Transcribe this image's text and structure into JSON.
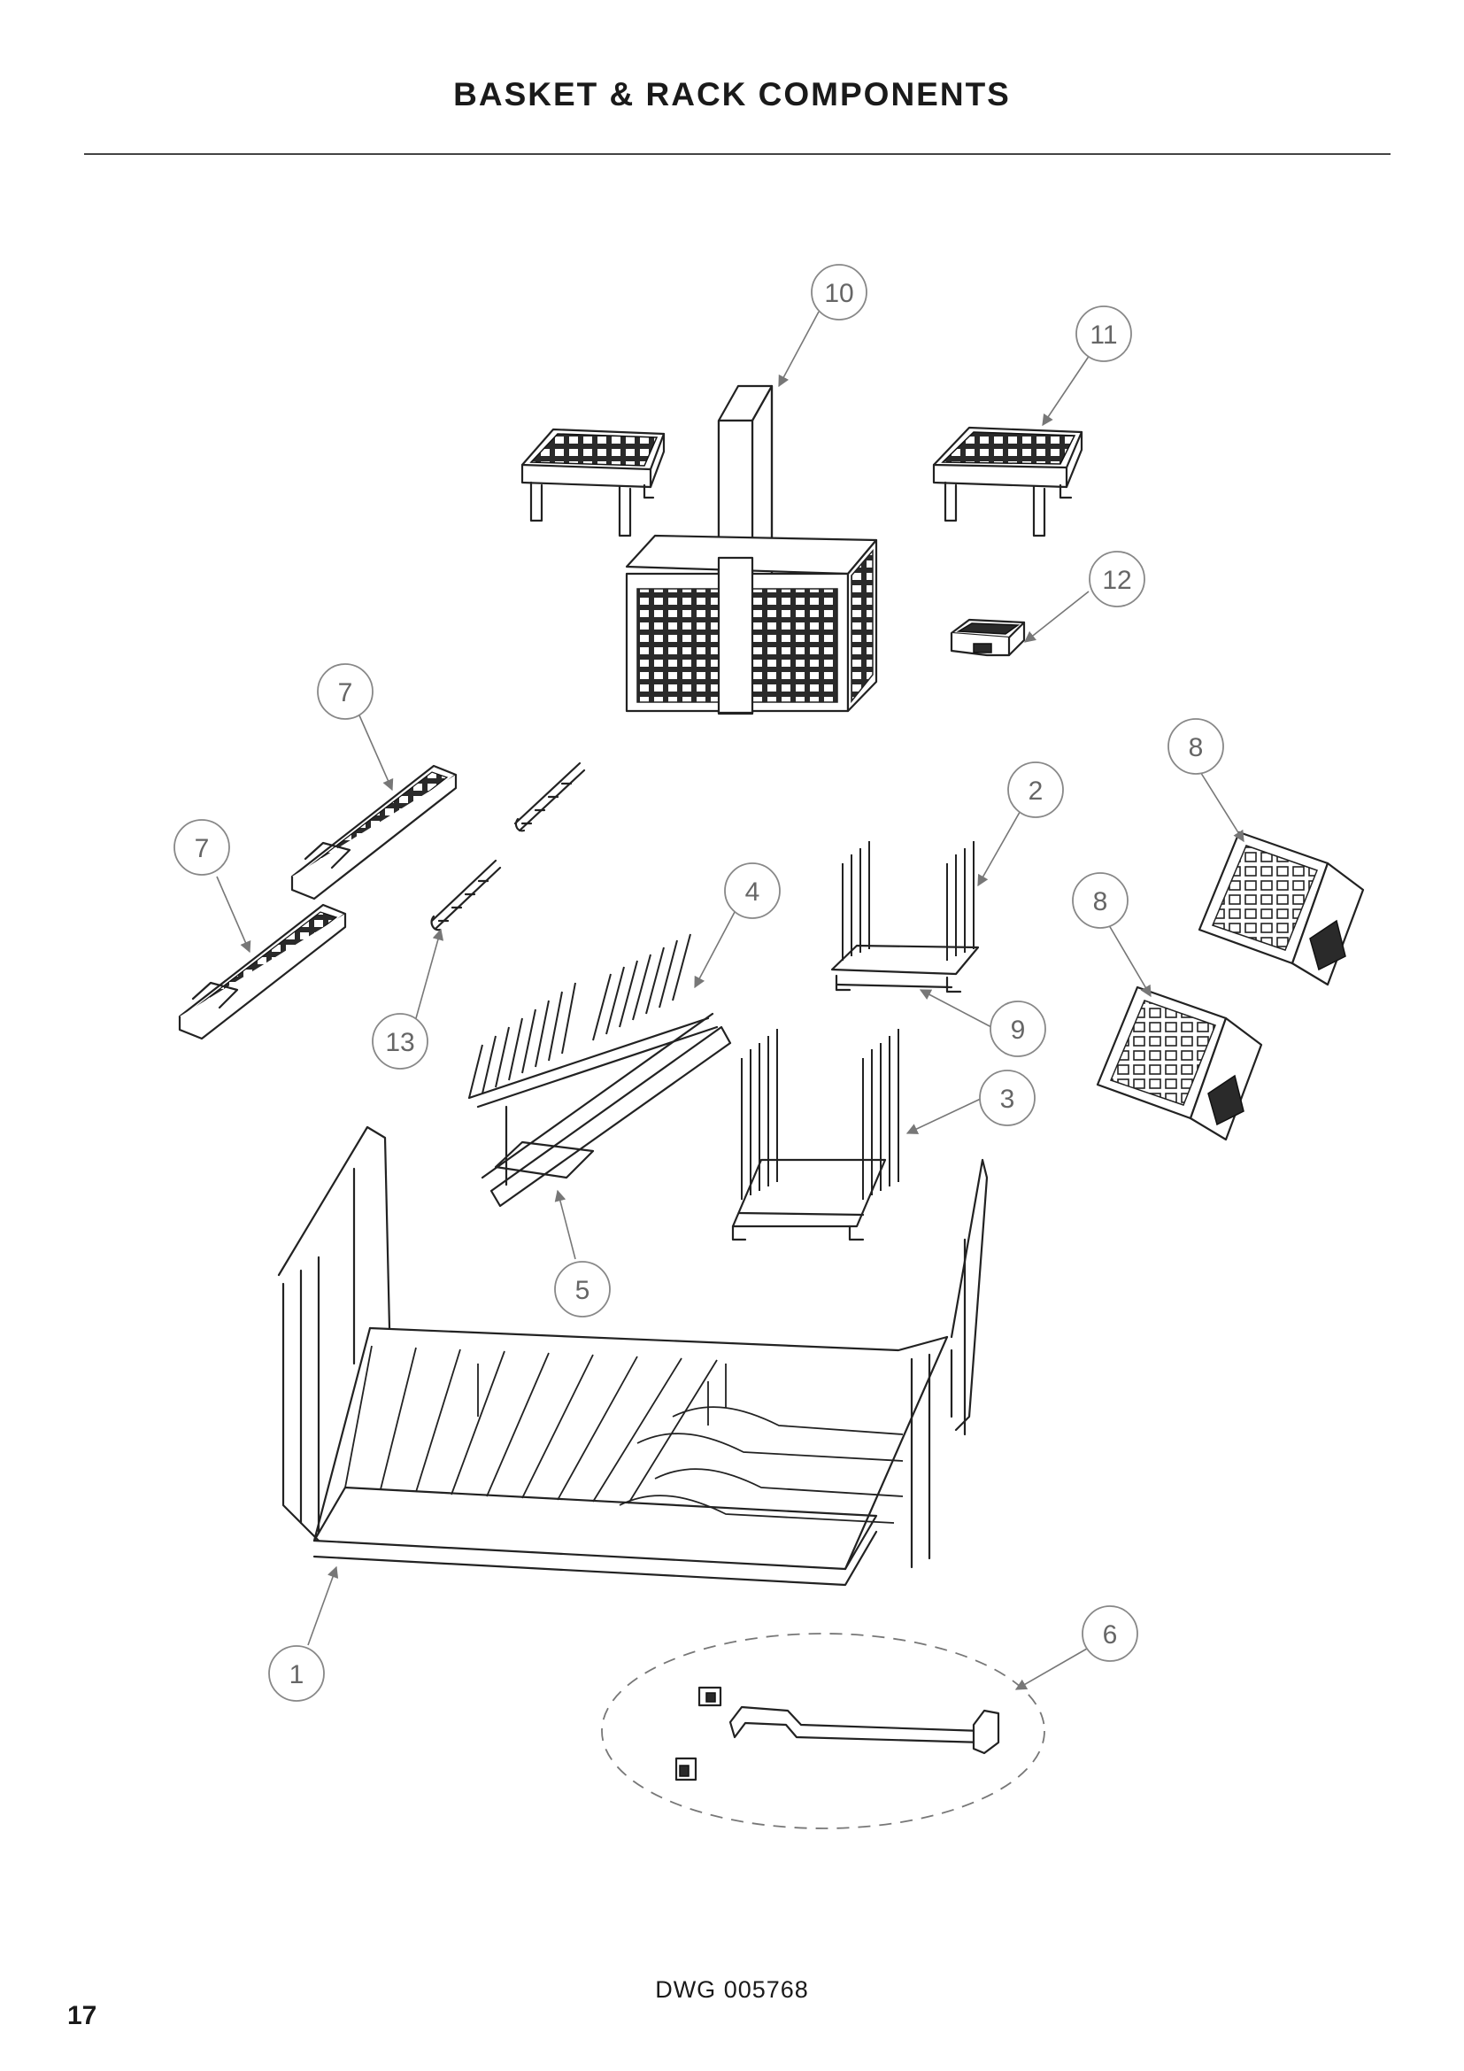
{
  "header": {
    "title": "BASKET & RACK COMPONENTS"
  },
  "callouts": {
    "c1": "1",
    "c2": "2",
    "c3": "3",
    "c4": "4",
    "c5": "5",
    "c6": "6",
    "c7a": "7",
    "c7b": "7",
    "c8a": "8",
    "c8b": "8",
    "c9": "9",
    "c10": "10",
    "c11": "11",
    "c12": "12",
    "c13": "13"
  },
  "footer": {
    "drawing_number": "DWG 005768",
    "page_number": "17"
  }
}
